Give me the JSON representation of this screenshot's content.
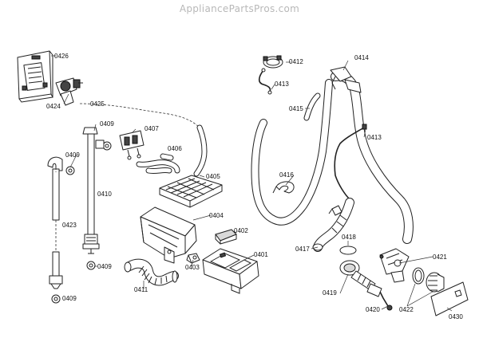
{
  "watermark": "AppliancePartsPros.com",
  "parts": [
    {
      "id": "0426",
      "label": "0426"
    },
    {
      "id": "0424",
      "label": "0424"
    },
    {
      "id": "0425",
      "label": "0425"
    },
    {
      "id": "0409a",
      "label": "0409"
    },
    {
      "id": "0407",
      "label": "0407"
    },
    {
      "id": "0406",
      "label": "0406"
    },
    {
      "id": "0409b",
      "label": "0409"
    },
    {
      "id": "0410",
      "label": "0410"
    },
    {
      "id": "0405",
      "label": "0405"
    },
    {
      "id": "0423",
      "label": "0423"
    },
    {
      "id": "0404",
      "label": "0404"
    },
    {
      "id": "0402",
      "label": "0402"
    },
    {
      "id": "0409c",
      "label": "0409"
    },
    {
      "id": "0403",
      "label": "0403"
    },
    {
      "id": "0401",
      "label": "0401"
    },
    {
      "id": "0411",
      "label": "0411"
    },
    {
      "id": "0409d",
      "label": "0409"
    },
    {
      "id": "0412",
      "label": "0412"
    },
    {
      "id": "0413a",
      "label": "0413"
    },
    {
      "id": "0414",
      "label": "0414"
    },
    {
      "id": "0415",
      "label": "0415"
    },
    {
      "id": "0413b",
      "label": "0413"
    },
    {
      "id": "0416",
      "label": "0416"
    },
    {
      "id": "0417",
      "label": "0417"
    },
    {
      "id": "0418",
      "label": "0418"
    },
    {
      "id": "0421",
      "label": "0421"
    },
    {
      "id": "0419",
      "label": "0419"
    },
    {
      "id": "0420",
      "label": "0420"
    },
    {
      "id": "0422",
      "label": "0422"
    },
    {
      "id": "0430",
      "label": "0430"
    }
  ]
}
